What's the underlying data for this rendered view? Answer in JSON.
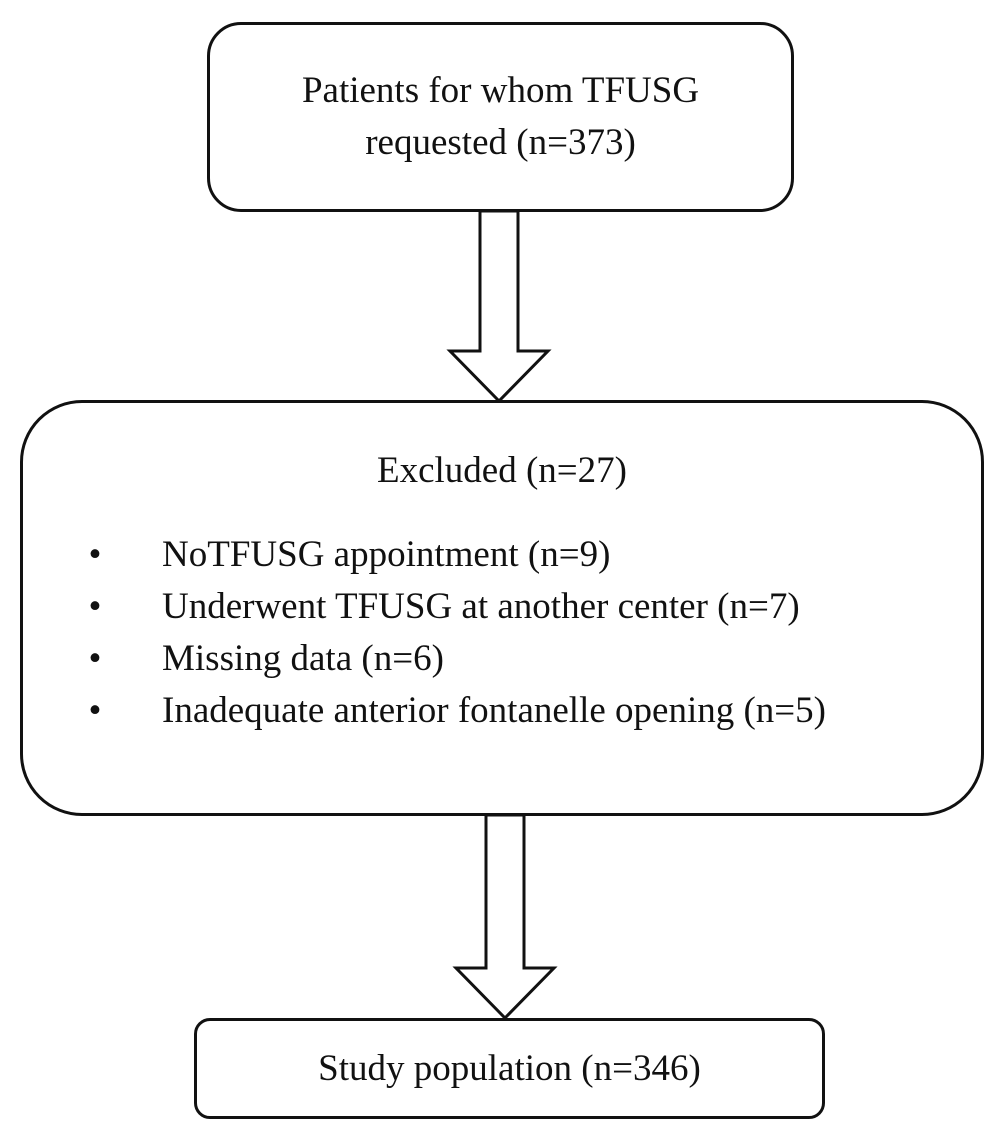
{
  "boxes": {
    "top": {
      "line1": "Patients for whom TFUSG",
      "line2": "requested (n=373)"
    },
    "middle": {
      "title": "Excluded (n=27)",
      "items": [
        "NoTFUSG appointment (n=9)",
        "Underwent TFUSG at another center (n=7)",
        "Missing data (n=6)",
        "Inadequate anterior fontanelle opening (n=5)"
      ]
    },
    "bottom": {
      "label": "Study population (n=346)"
    }
  },
  "bullet_glyph": "•"
}
